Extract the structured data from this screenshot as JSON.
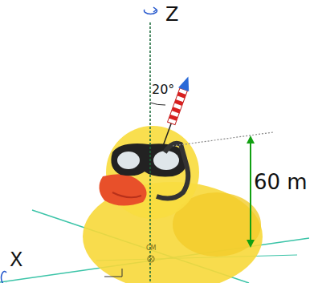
{
  "diagram": {
    "labels": [
      "Z",
      "20°",
      "60 m",
      "X",
      "CM"
    ]
  }
}
